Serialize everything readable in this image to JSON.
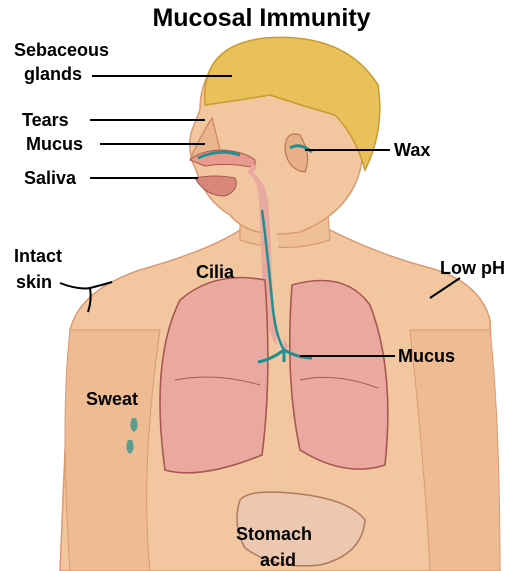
{
  "title": "Mucosal Immunity",
  "labels": {
    "sebaceous": "Sebaceous",
    "glands": "glands",
    "tears": "Tears",
    "mucus_nose": "Mucus",
    "saliva": "Saliva",
    "wax": "Wax",
    "intact": "Intact",
    "skin": "skin",
    "cilia": "Cilia",
    "low_ph": "Low pH",
    "mucus_lungs": "Mucus",
    "sweat": "Sweat",
    "stomach": "Stomach",
    "acid": "acid"
  },
  "colors": {
    "skin": "#f2c7a0",
    "skin_shadow": "#d99a72",
    "hair": "#e8c15a",
    "hair_dark": "#c99a2e",
    "lung": "#e9a9a0",
    "lung_outline": "#a8574f",
    "mucosa": "#1f8f8f",
    "line": "#000000"
  }
}
